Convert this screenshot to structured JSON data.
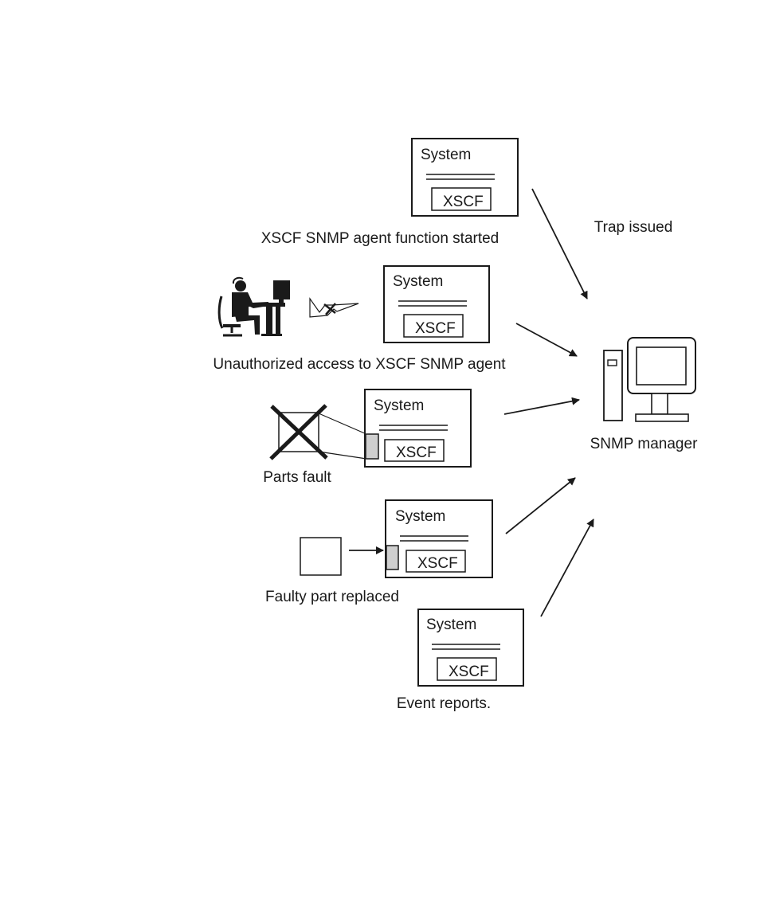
{
  "trap_label": "Trap issued",
  "manager_label": "SNMP manager",
  "system_boxes": [
    {
      "title": "System",
      "xscf": "XSCF",
      "caption": "XSCF SNMP agent function started"
    },
    {
      "title": "System",
      "xscf": "XSCF",
      "caption": "Unauthorized access to XSCF SNMP agent"
    },
    {
      "title": "System",
      "xscf": "XSCF",
      "caption": "Parts fault"
    },
    {
      "title": "System",
      "xscf": "XSCF",
      "caption": "Faulty part replaced"
    },
    {
      "title": "System",
      "xscf": "XSCF",
      "caption": "Event reports."
    }
  ],
  "icons": {
    "operator": "person-at-computer-icon",
    "broken_link": "broken-connection-icon",
    "failed_part": "crossed-out-part-icon",
    "new_part": "replacement-part-icon",
    "manager": "desktop-computer-icon"
  }
}
